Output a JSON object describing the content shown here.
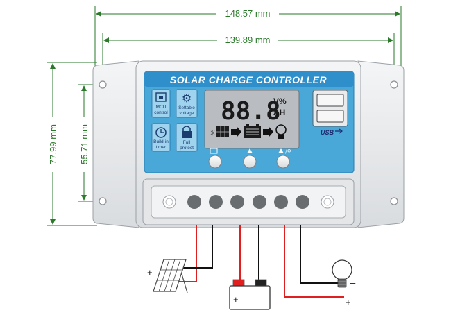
{
  "dimensions": {
    "overall_width": "148.57 mm",
    "hole_spacing_width": "139.89 mm",
    "overall_height": "77.99 mm",
    "hole_spacing_height": "55.71 mm"
  },
  "panel": {
    "title": "SOLAR CHARGE CONTROLLER",
    "display_digits": "88.8",
    "unit_top": "V%",
    "unit_bottom": "AH",
    "usb_label": "USB"
  },
  "feature_icons": [
    {
      "id": "mcu",
      "icon": "chip-icon",
      "label_lines": [
        "MCU",
        "control"
      ]
    },
    {
      "id": "voltage",
      "icon": "gear-icon",
      "label_lines": [
        "Settable",
        "voltage"
      ]
    },
    {
      "id": "timer",
      "icon": "clock-icon",
      "label_lines": [
        "Build-in",
        "timer"
      ]
    },
    {
      "id": "protect",
      "icon": "lock-icon",
      "label_lines": [
        "Full",
        "protect"
      ]
    }
  ],
  "buttons": [
    {
      "id": "menu",
      "icon": "screen-icon"
    },
    {
      "id": "up",
      "icon": "up-triangle-icon"
    },
    {
      "id": "set",
      "icon": "up-triangle-bulb-icon"
    }
  ],
  "terminals_count": 6,
  "polarity": {
    "panel_plus": "+",
    "panel_minus": "–",
    "battery_plus": "+",
    "battery_minus": "–",
    "load_minus": "–",
    "load_plus": "+"
  },
  "colors": {
    "panel_blue": "#4aa8d8",
    "title_bar": "#2f8fcb",
    "lcd": "#b9bcc0",
    "wire_red": "#e02020",
    "wire_black": "#111111",
    "dimension_green": "#2a7a2a"
  }
}
